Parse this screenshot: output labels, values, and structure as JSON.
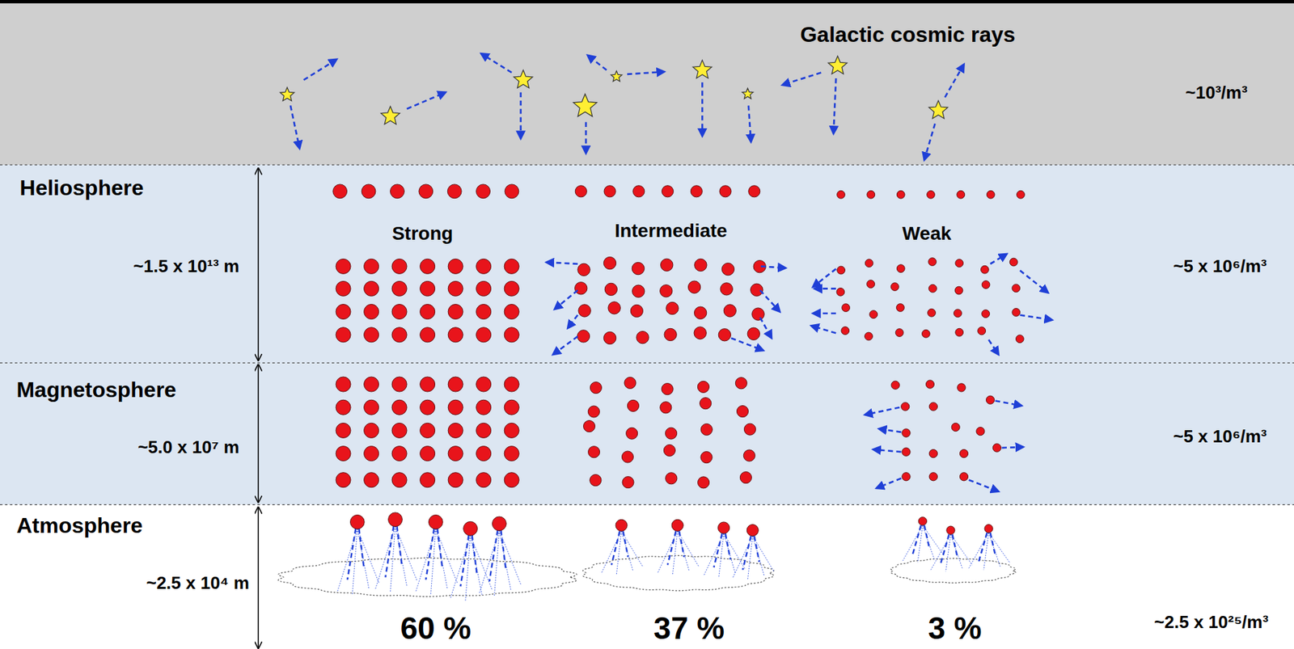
{
  "diagram": {
    "nodes": [
      {
        "text": [
          "Galactic cosmic rays",
          "~10³/m³"
        ]
      },
      {
        "text": [
          "Heliosphere",
          "~1.5 x 10¹³ m",
          "Strong",
          "Intermediate",
          "Weak",
          "~5 x 10⁶/m³"
        ]
      },
      {
        "text": [
          "Magnetosphere",
          "~5.0 x 10⁷ m",
          "~5 x 10⁶/m³"
        ]
      },
      {
        "text": [
          "Atmosphere",
          "~2.5 x 10⁴ m",
          "60 %",
          "37 %",
          "3 %",
          "~2.5 x 10²⁵/m³"
        ]
      }
    ]
  }
}
